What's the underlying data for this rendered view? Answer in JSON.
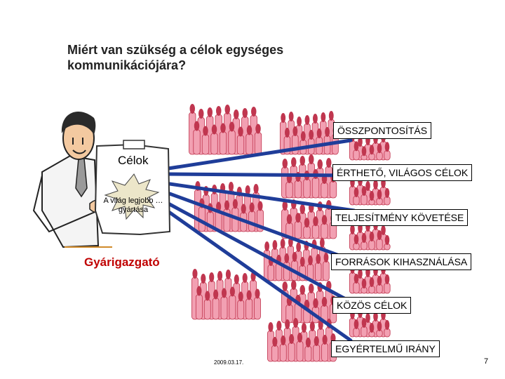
{
  "slide": {
    "title": "Miért van szükség a célok egységes kommunikációjára?",
    "sign_title": "Célok",
    "star_text": "A világ legjobb … gyártása",
    "director_label": "Gyárigazgató",
    "date": "2009.03.17.",
    "page_number": "7"
  },
  "goals": [
    {
      "label": "ÖSSZPONTOSÍTÁS"
    },
    {
      "label": "ÉRTHETŐ, VILÁGOS CÉLOK"
    },
    {
      "label": "TELJESÍTMÉNY KÖVETÉSE"
    },
    {
      "label": "FORRÁSOK KIHASZNÁLÁSA"
    },
    {
      "label": "KÖZÖS CÉLOK"
    },
    {
      "label": "EGYÉRTELMŰ IRÁNY"
    }
  ],
  "colors": {
    "arrow_blue": "#1f3d99",
    "crowd_pink": "#f2a0b2",
    "crowd_dark": "#c0364f",
    "director_red": "#c00000",
    "star_fill": "#ece6c9"
  }
}
